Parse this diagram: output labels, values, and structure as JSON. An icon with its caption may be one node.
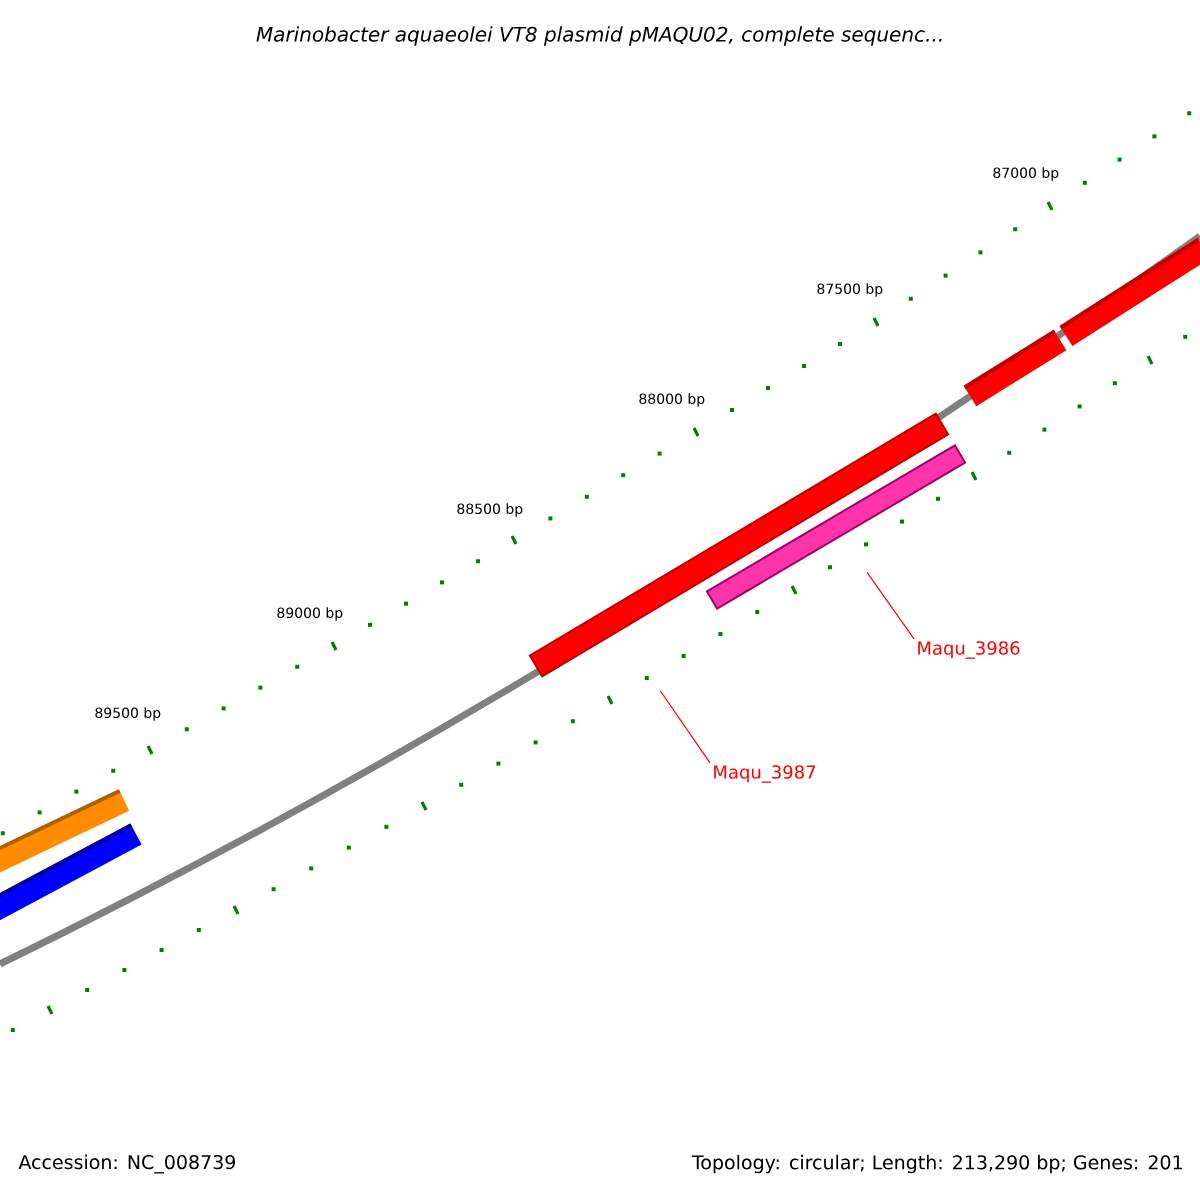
{
  "diagram": {
    "title": "Marinobacter aquaeolei VT8 plasmid pMAQU02, complete sequenc...",
    "nodes": [
      {
        "text": [],
        "shape": "bar"
      },
      {
        "text": [],
        "shape": "bar"
      },
      {
        "text": [
          "Maqu_3986"
        ]
      },
      {
        "text": [
          "Maqu_3987"
        ]
      }
    ],
    "edges": [
      {
        "from": 2,
        "to": 1,
        "arrow": "none",
        "color": "#ff0000"
      },
      {
        "from": 3,
        "to": 0,
        "arrow": "none",
        "color": "#ff0000"
      }
    ],
    "labels": [
      "87000 bp",
      "87500 bp",
      "88000 bp",
      "88500 bp",
      "89000 bp",
      "89500 bp",
      "Accession: NC_008739",
      "Topology: circular; Length: 213,290 bp; Genes: 201"
    ]
  }
}
